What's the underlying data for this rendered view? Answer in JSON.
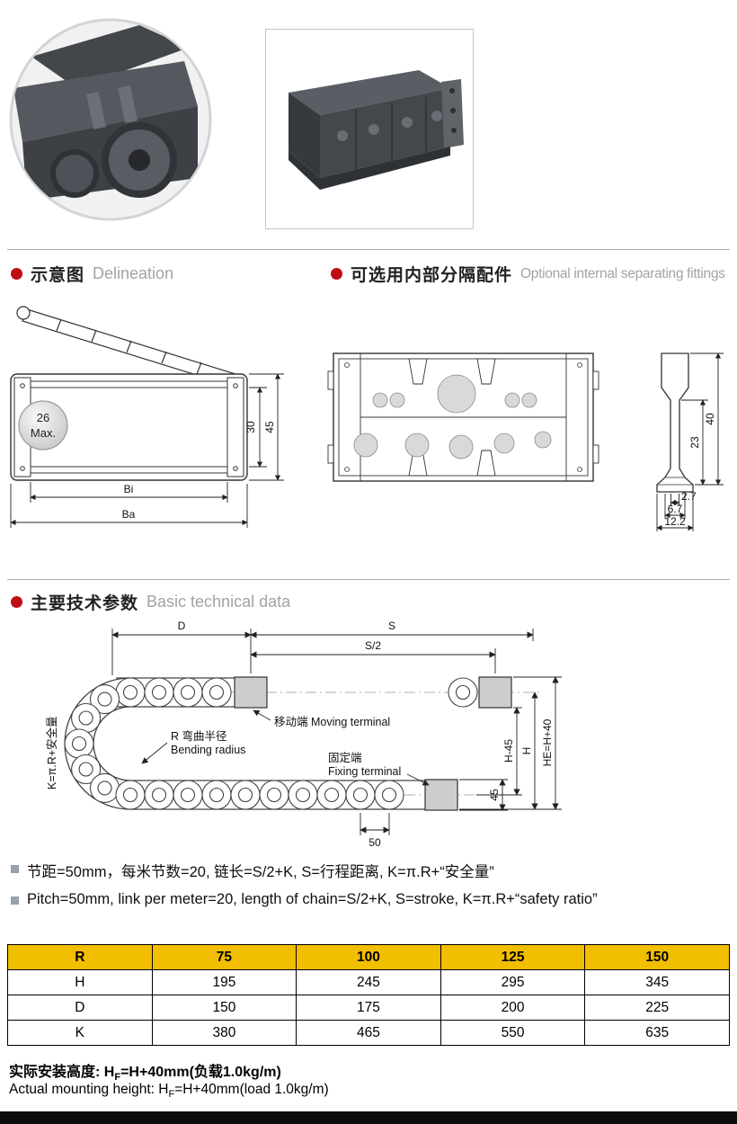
{
  "colors": {
    "accent_red": "#bf0d15",
    "table_header_yellow": "#f2be00",
    "english_gray": "#a3a3a3"
  },
  "headers": {
    "delineation_cn": "示意图",
    "delineation_en": "Delineation",
    "fittings_cn": "可选用内部分隔配件",
    "fittings_en": "Optional internal separating fittings",
    "tech_cn": "主要技术参数",
    "tech_en": "Basic technical data"
  },
  "side_view": {
    "ball_line1": "26",
    "ball_line2": "Max.",
    "dim_inner_height": "30",
    "dim_outer_height": "45",
    "dim_inner_width": "Bi",
    "dim_outer_width": "Ba"
  },
  "profile": {
    "dim_stem_height": "23",
    "dim_total_height": "40",
    "dim_width_small": "2.7",
    "dim_width_mid": "6.7",
    "dim_width_full": "12.2"
  },
  "diagram": {
    "dim_d": "D",
    "dim_s": "S",
    "dim_s_half": "S/2",
    "k_label": "K=π.R+安全量",
    "moving_terminal": "移动端 Moving terminal",
    "bending_radius_cn": "R 弯曲半径",
    "bending_radius_en": "Bending radius",
    "fixing_terminal_cn": "固定端",
    "fixing_terminal_en": "Fixing terminal",
    "dim_h_minus_45": "H-45",
    "dim_h": "H",
    "dim_he": "HE=H+40",
    "dim_45": "45",
    "dim_50": "50"
  },
  "notes": {
    "cn": "节距=50mm，每米节数=20, 链长=S/2+K, S=行程距离, K=π.R+“安全量”",
    "en": "Pitch=50mm, link per meter=20, length of chain=S/2+K, S=stroke, K=π.R+“safety ratio”"
  },
  "chart_data": {
    "type": "table",
    "columns": [
      "R",
      "75",
      "100",
      "125",
      "150"
    ],
    "rows": [
      {
        "label": "H",
        "values": [
          "195",
          "245",
          "295",
          "345"
        ]
      },
      {
        "label": "D",
        "values": [
          "150",
          "175",
          "200",
          "225"
        ]
      },
      {
        "label": "K",
        "values": [
          "380",
          "465",
          "550",
          "635"
        ]
      }
    ]
  },
  "footer": {
    "cn_prefix": "实际安装高度: H",
    "sub": "F",
    "cn_suffix": "=H+40mm(负载1.0kg/m)",
    "en_prefix": "Actual mounting height: H",
    "en_suffix": "=H+40mm(load 1.0kg/m)"
  }
}
